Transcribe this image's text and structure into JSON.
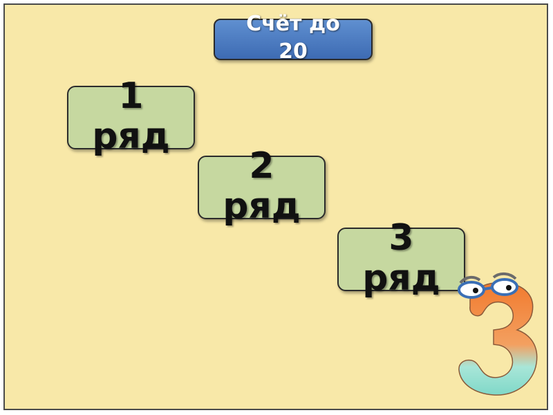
{
  "title": {
    "line1": "Счёт до",
    "line2": "20"
  },
  "rows": [
    {
      "number": "1",
      "word": "ряд"
    },
    {
      "number": "2",
      "word": "ряд"
    },
    {
      "number": "3",
      "word": "ряд"
    }
  ],
  "mascot": {
    "icon": "number-three-character-icon",
    "colors": {
      "top": "#f08a3c",
      "bottom": "#8fe0d0",
      "glasses": "#6fa8e8"
    }
  },
  "colors": {
    "background": "#f8e8a8",
    "title_box": "#4a7cc4",
    "row_box": "#c6d8a0"
  }
}
